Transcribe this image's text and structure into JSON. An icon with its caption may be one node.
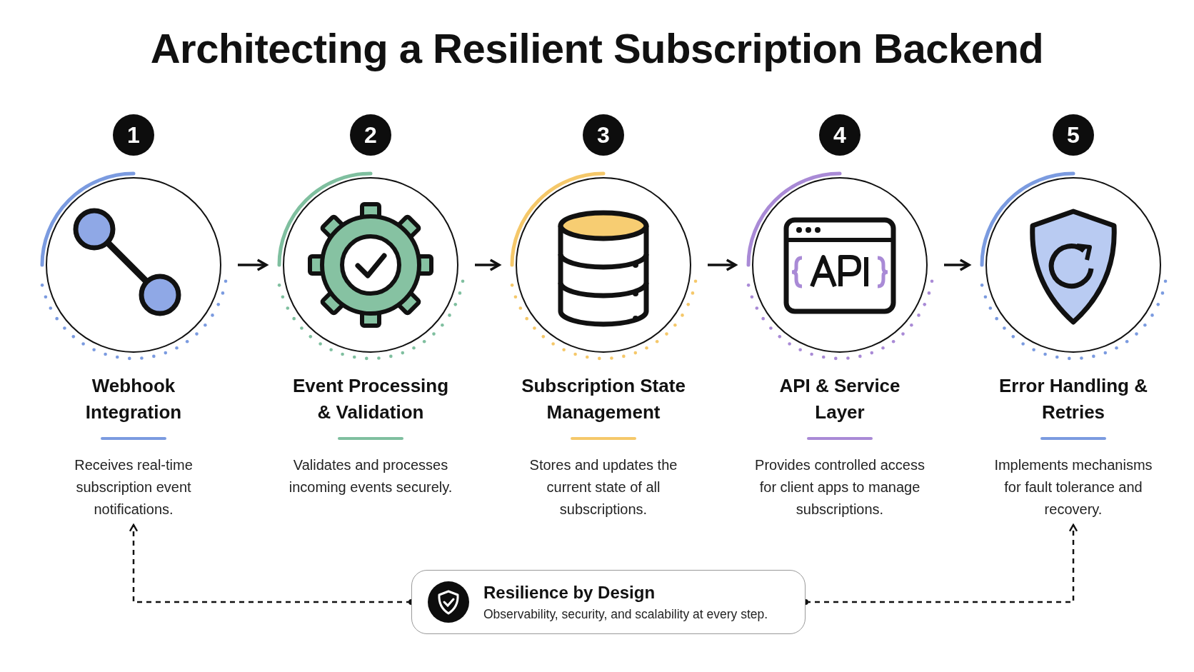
{
  "diagram": {
    "title": "Architecting a Resilient Subscription Backend",
    "nodes": [
      {
        "text": [
          "Webhook Integration",
          "Receives real-time subscription event notifications."
        ]
      },
      {
        "text": [
          "Event Processing & Validation",
          "Validates and processes incoming events securely."
        ]
      },
      {
        "text": [
          "Subscription State Management",
          "Stores and updates the current state of all subscriptions."
        ]
      },
      {
        "text": [
          "API & Service Layer",
          "Provides controlled access for client apps to manage subscriptions."
        ]
      },
      {
        "text": [
          "Error Handling & Retries",
          "Implements mechanisms for fault tolerance and recovery."
        ]
      },
      {
        "text": [
          "Resilience by Design",
          "Observability, security, and scalability at every step."
        ]
      }
    ],
    "edges": [
      {
        "from": 0,
        "to": 1,
        "arrow": "to"
      },
      {
        "from": 1,
        "to": 2,
        "arrow": "to"
      },
      {
        "from": 2,
        "to": 3,
        "arrow": "to"
      },
      {
        "from": 3,
        "to": 4,
        "arrow": "to"
      },
      {
        "from": 5,
        "to": 0,
        "arrow": "to",
        "style": "dashed"
      },
      {
        "from": 5,
        "to": 4,
        "arrow": "to",
        "style": "dashed"
      }
    ],
    "labels": [
      "1",
      "2",
      "3",
      "4",
      "5"
    ]
  }
}
